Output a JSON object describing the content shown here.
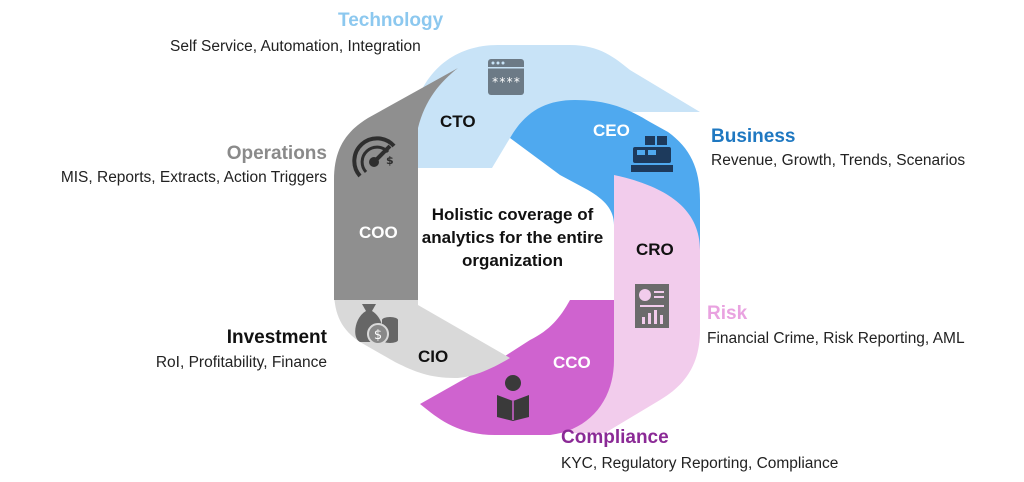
{
  "center_text": "Holistic coverage of analytics for the entire organization",
  "colors": {
    "technology": "#c8e3f7",
    "business": "#4fa9ef",
    "risk": "#f2ccec",
    "compliance": "#cf63cf",
    "investment": "#d9d9d9",
    "operations": "#8f8f8f"
  },
  "segments": [
    {
      "key": "technology",
      "role": "CTO",
      "title": "Technology",
      "description": "Self Service, Automation, Integration",
      "icon": "browser-password-icon",
      "title_color": "#8cc8ef"
    },
    {
      "key": "business",
      "role": "CEO",
      "title": "Business",
      "description": "Revenue, Growth, Trends, Scenarios",
      "icon": "cash-register-icon",
      "title_color": "#1f78c1"
    },
    {
      "key": "risk",
      "role": "CRO",
      "title": "Risk",
      "description": "Financial Crime, Risk Reporting, AML",
      "icon": "report-chart-icon",
      "title_color": "#e9a2e0"
    },
    {
      "key": "compliance",
      "role": "CCO",
      "title": "Compliance",
      "description": "KYC, Regulatory Reporting, Compliance",
      "icon": "reader-book-icon",
      "title_color": "#8b2a96"
    },
    {
      "key": "investment",
      "role": "CIO",
      "title": "Investment",
      "description": "RoI, Profitability, Finance",
      "icon": "money-bag-coins-icon",
      "title_color": "#111111"
    },
    {
      "key": "operations",
      "role": "COO",
      "title": "Operations",
      "description": "MIS, Reports, Extracts, Action Triggers",
      "icon": "gauge-dollar-icon",
      "title_color": "#8a8a8a"
    }
  ]
}
